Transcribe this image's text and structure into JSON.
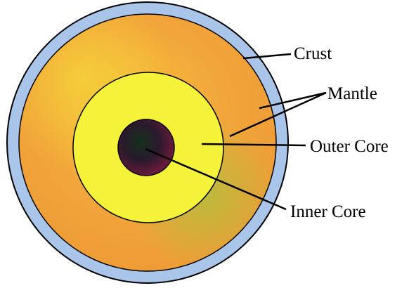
{
  "labels": {
    "crust": "Crust",
    "mantle": "Mantle",
    "outer_core": "Outer Core",
    "inner_core": "Inner Core"
  },
  "colors": {
    "crust": "#a9c6ea",
    "mantle": "#f2a53a",
    "outer_core": "#f5f23a",
    "inner_core": "#2a1a2c",
    "outline": "#000000"
  }
}
